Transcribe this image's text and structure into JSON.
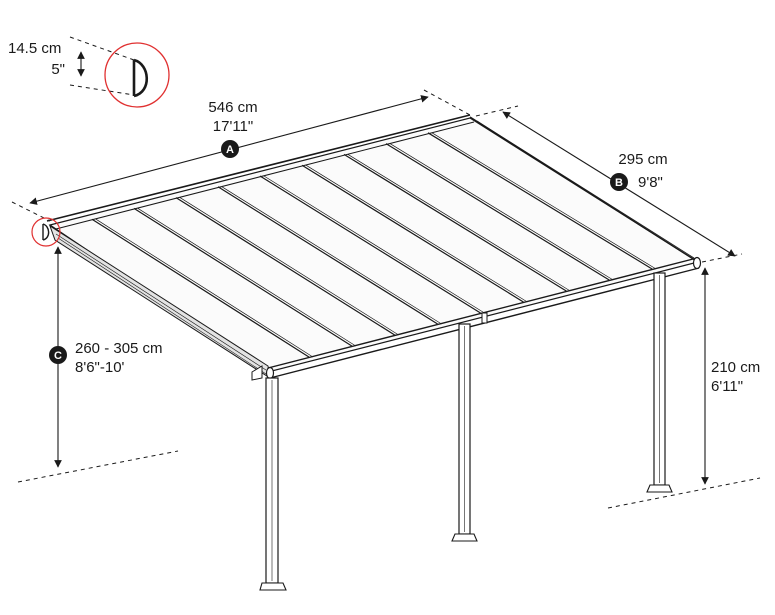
{
  "profile": {
    "metric": "14.5 cm",
    "imperial": "5\""
  },
  "width": {
    "badge": "A",
    "metric": "546 cm",
    "imperial": "17'11\""
  },
  "depth": {
    "badge": "B",
    "metric": "295 cm",
    "imperial": "9'8\""
  },
  "wall_height": {
    "badge": "C",
    "metric": "260 - 305 cm",
    "imperial": "8'6\"-10'"
  },
  "post_height": {
    "metric": "210 cm",
    "imperial": "6'11\""
  },
  "colors": {
    "line": "#1a1a1a",
    "highlight": "#e03030",
    "badge": "#1a1a1a"
  }
}
